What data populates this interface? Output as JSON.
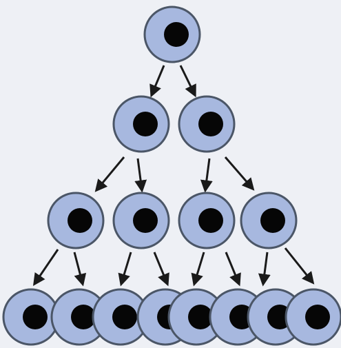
{
  "diagram": {
    "type": "cell-division-tree",
    "levels": [
      1,
      2,
      4,
      8
    ],
    "colors": {
      "background": "#eef0f5",
      "cell_fill": "#a7b8df",
      "cell_stroke": "#4b5667",
      "nucleus": "#060606",
      "arrow": "#1a1a1a"
    }
  }
}
